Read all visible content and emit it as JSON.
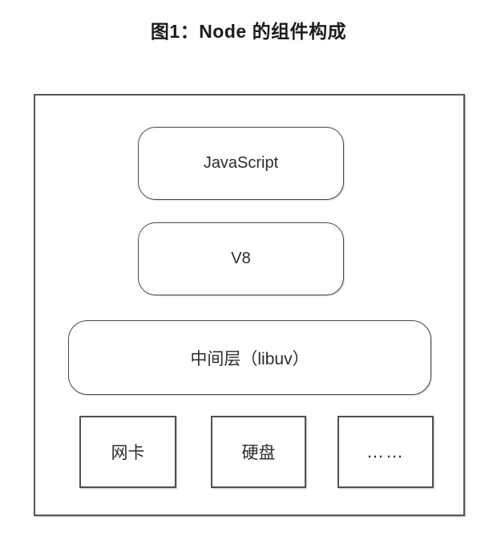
{
  "title": "图1：Node 的组件构成",
  "diagram": {
    "layers": [
      {
        "id": "javascript",
        "label": "JavaScript",
        "shape": "rounded"
      },
      {
        "id": "v8",
        "label": "V8",
        "shape": "rounded"
      },
      {
        "id": "libuv",
        "label": "中间层（libuv）",
        "shape": "rounded"
      }
    ],
    "hardware": [
      {
        "id": "network-card",
        "label": "网卡",
        "shape": "square"
      },
      {
        "id": "hard-disk",
        "label": "硬盘",
        "shape": "square"
      },
      {
        "id": "ellipsis",
        "label": "……",
        "shape": "square"
      }
    ]
  },
  "colors": {
    "background": "#ffffff",
    "frame_border": "#55565a",
    "rounded_box_border": "#48484a",
    "square_box_border": "#505054",
    "title_text": "#1c1c1e",
    "box_text": "#2c2c2e"
  }
}
